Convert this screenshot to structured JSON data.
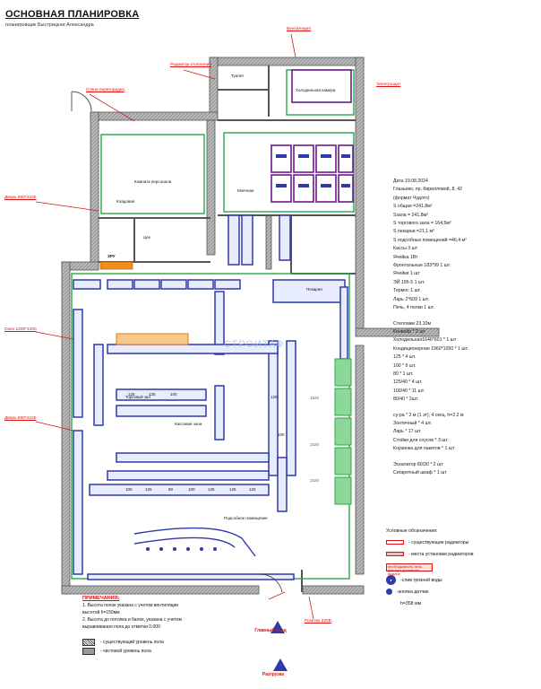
{
  "header": {
    "title": "ОСНОВНАЯ ПЛАНИРОВКА",
    "subtitle": "планировщик Быстрицкая Александра"
  },
  "watermark": "СТРОИТАФ",
  "info_block": [
    "Дата 19.08.2024",
    "Глазьево, пр. Кирилловой, 8, 42",
    "(формат Чудото)",
    "S общая =241,8м²",
    "Sзала = 241,8м²",
    "S торгового зала = 164,5м²",
    "S пекарни =21,1 м²",
    "S подсобных помещений =46,4 м²",
    "Кассы 3 шт",
    "Ячейка 1Вт",
    "Фронтальные 183*99 1 шт.",
    "Ячейки 1 шт",
    "ЭЙ 195-5 1 шт.",
    "Термос 1 шт.",
    "Ларь 2*609 1 шт.",
    "Печь, 4 полки 1 шт.",
    "",
    "Стеллажи 23,10м",
    "Конвейр * 2 шт",
    "Холодильная1646*601 * 1 шт",
    "Кондиционерная 1960*1050 * 1 шт.",
    "125 * 4 шт.",
    "100 * 9 шт.",
    "80 * 1 шт.",
    "125/40 * 4 шт.",
    "100/40 * 11 шт.",
    "80/40 * 2шт.",
    "",
    "су-ра * 2 м (1 эт), 4 секц. h=2,2 м",
    "Зонтичный * 4 шт.",
    "Ларь * 17 шт.",
    "Стойки для соусов * 3 шт.",
    "Корзинка для пакетов * 1 шт",
    "",
    "Эскалатор 80/30 * 2 шт",
    "Сигаретный шкаф * 1 шт"
  ],
  "legend": {
    "heading": "Условные обозначения:",
    "items": [
      "- существующие радиаторы",
      "- места установки радиаторов",
      "необходимость печь фасады детали на выдаче",
      "-слив грязной воды",
      "-кнопка датчик",
      "h=358 мм"
    ]
  },
  "notes": {
    "heading": "ПРИМЕЧАНИЯ:",
    "items": [
      "1. Высота полок указана с учетом вентиляции",
      "    высотой h=150мм",
      "2. Высота до потолка и балок, указана с учетом",
      "    выравнивания пола до отметки 0.000"
    ],
    "legend": [
      "- существующий уровень пола",
      "- чистовой уровень пола"
    ]
  },
  "markers": {
    "entry": "Главный вход",
    "unload": "Разгрузка"
  },
  "room_labels": [
    "Туалет",
    "Кладовая",
    "ЗРУ",
    "Комната персонала",
    "Холодильная камера",
    "Моечная",
    "Цех",
    "Пекарня",
    "Кассовая зона",
    "Торговый зал",
    "Подсобное помещение"
  ],
  "dim_labels": [
    "125",
    "125",
    "100",
    "100",
    "125",
    "80",
    "100",
    "125",
    "125",
    "125",
    "100",
    "125",
    "1520",
    "1520",
    "1520"
  ],
  "red_callouts": [
    "Дверь 900*2100",
    "Окно 1200*1400",
    "Дверь 800*2100",
    "Стена перегородка",
    "Радиатор отопления",
    "Вентиляция",
    "Электрощит",
    "Розетки 220В"
  ],
  "colors": {
    "wall": "#9e9e9e",
    "wall_dark": "#5a5a5a",
    "rack": "#2f3aa8",
    "fridge": "#6a1b8a",
    "green": "#27a844",
    "red": "#d11a1a",
    "orange": "#f28c1e",
    "teal_panel": "#6ccf7a",
    "dim": "#2e7d32"
  }
}
